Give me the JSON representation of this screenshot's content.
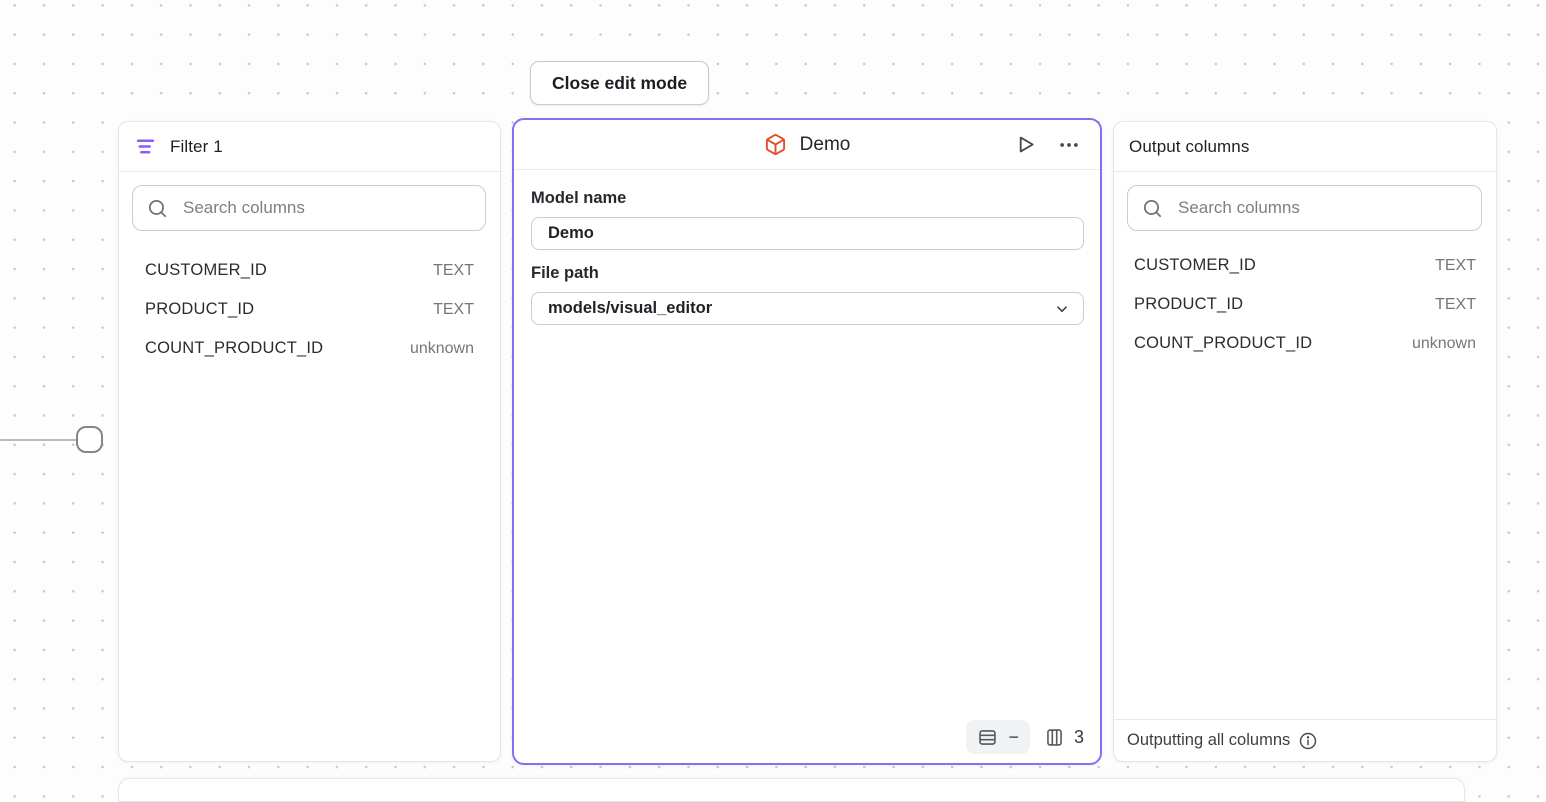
{
  "toolbar": {
    "close_button_label": "Close edit mode"
  },
  "filter_panel": {
    "title": "Filter 1",
    "icon": "filter-lines-icon",
    "accent_color": "#8b5cf6",
    "search_placeholder": "Search columns",
    "columns": [
      {
        "name": "CUSTOMER_ID",
        "type": "TEXT"
      },
      {
        "name": "PRODUCT_ID",
        "type": "TEXT"
      },
      {
        "name": "COUNT_PRODUCT_ID",
        "type": "unknown"
      }
    ]
  },
  "model_panel": {
    "title": "Demo",
    "icon": "cube-icon",
    "accent_color": "#e0512f",
    "border_color": "#8271f3",
    "model_name_label": "Model name",
    "model_name_value": "Demo",
    "file_path_label": "File path",
    "file_path_value": "models/visual_editor",
    "stats": {
      "row_count": "−",
      "column_count": "3"
    }
  },
  "output_panel": {
    "title": "Output columns",
    "search_placeholder": "Search columns",
    "columns": [
      {
        "name": "CUSTOMER_ID",
        "type": "TEXT"
      },
      {
        "name": "PRODUCT_ID",
        "type": "TEXT"
      },
      {
        "name": "COUNT_PRODUCT_ID",
        "type": "unknown"
      }
    ],
    "footer_text": "Outputting all columns"
  }
}
